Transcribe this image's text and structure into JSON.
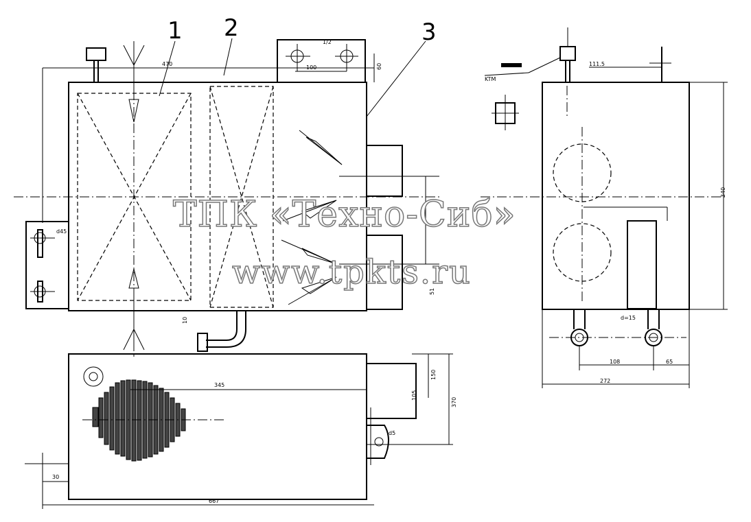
{
  "callouts": [
    {
      "id": "c1",
      "text": "1"
    },
    {
      "id": "c2",
      "text": "2"
    },
    {
      "id": "c3",
      "text": "3"
    }
  ],
  "watermark": {
    "line1": "ТПК «Техно-Сиб»",
    "line2": "www.tpkts.ru"
  },
  "colors": {
    "line": "#000000",
    "background": "#ffffff",
    "watermark_outline": "#777777"
  }
}
